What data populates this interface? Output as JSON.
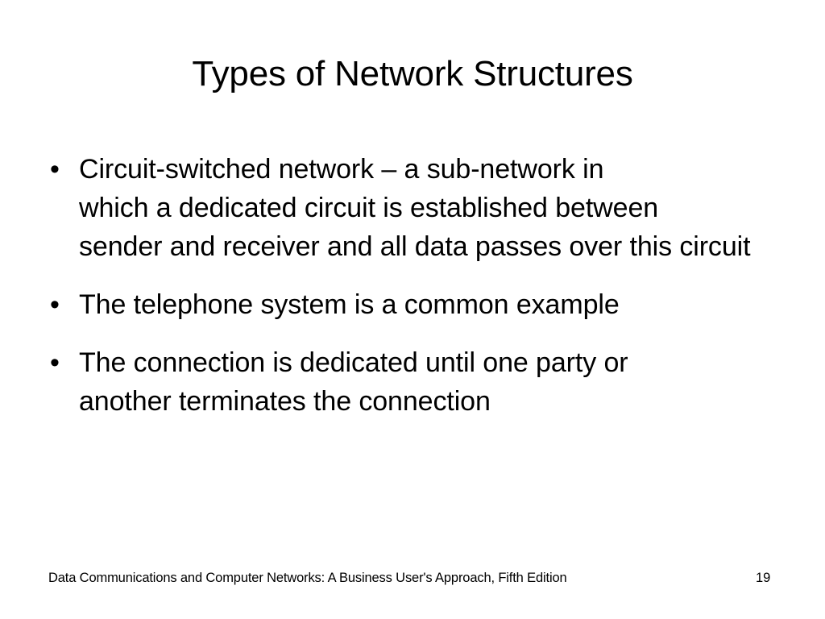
{
  "slide": {
    "title": "Types of Network Structures",
    "background_color": "#ffffff",
    "text_color": "#000000",
    "bullet_glyph": "•",
    "bullets": [
      {
        "text": "Circuit-switched network – a sub-network in which a dedicated circuit is established between sender and receiver and all data passes over this circuit",
        "lines": [
          "Circuit-switched network – a sub-network in",
          "which a dedicated circuit is established between",
          "sender and receiver and all data passes over",
          "this circuit"
        ]
      },
      {
        "text": "The telephone system is a common example",
        "lines": [
          "The telephone system is a common example"
        ]
      },
      {
        "text": "The connection is dedicated until one party or another terminates the connection",
        "lines": [
          "The connection is dedicated until one party or",
          "another terminates the connection"
        ]
      }
    ]
  },
  "footer": {
    "source": "Data Communications and Computer Networks: A Business User's Approach, Fifth Edition",
    "page_number": "19"
  }
}
